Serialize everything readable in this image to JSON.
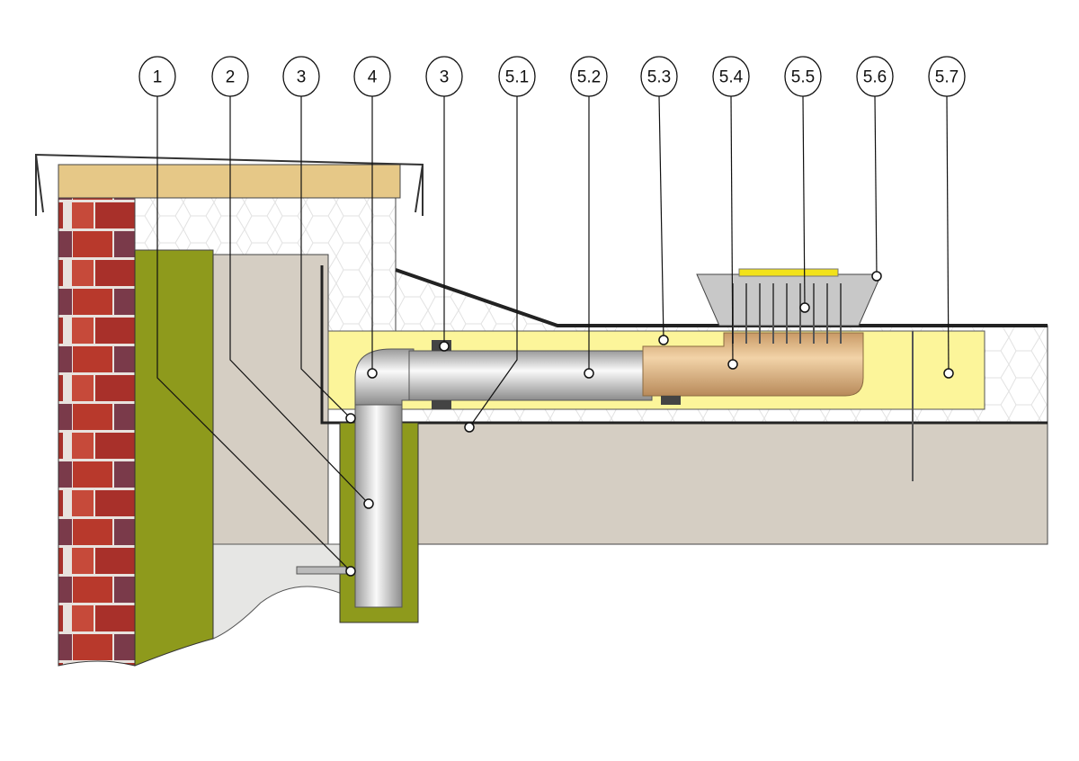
{
  "callouts": [
    {
      "label": "1"
    },
    {
      "label": "2"
    },
    {
      "label": "3"
    },
    {
      "label": "4"
    },
    {
      "label": "3"
    },
    {
      "label": "5.1"
    },
    {
      "label": "5.2"
    },
    {
      "label": "5.3"
    },
    {
      "label": "5.4"
    },
    {
      "label": "5.5"
    },
    {
      "label": "5.6"
    },
    {
      "label": "5.7"
    }
  ],
  "colors": {
    "brick": "#b8392c",
    "green_insulation": "#8e9a1c",
    "concrete": "#d5cec3",
    "yellow_insulation": "#fcf59a",
    "drain_body": "#e9c597",
    "osb": "#e6c887"
  }
}
